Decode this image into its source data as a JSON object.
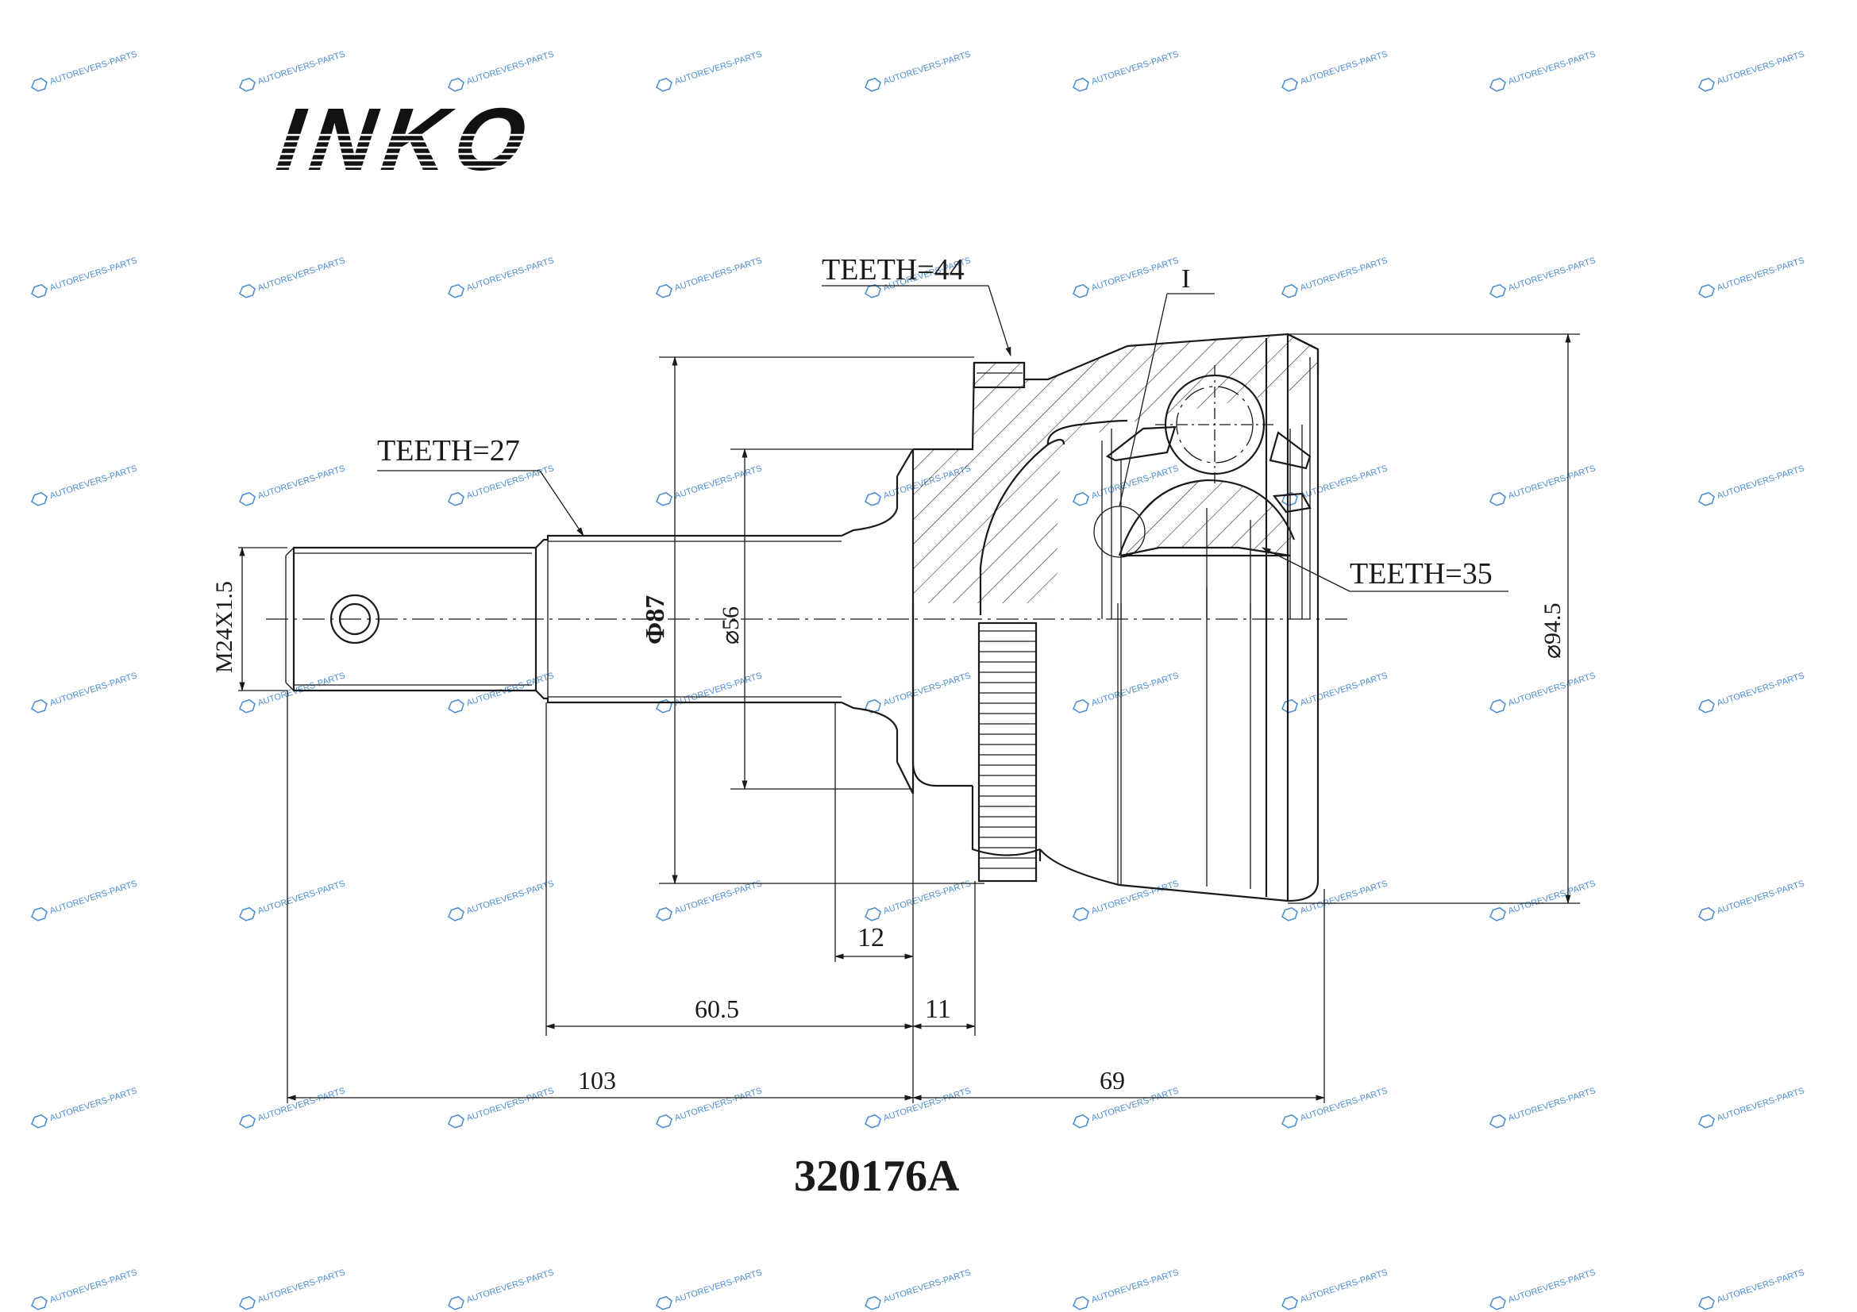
{
  "brand": {
    "logo_text": "INKO"
  },
  "part_number": "320176A",
  "watermark": {
    "text": "AUTOREVERS-PARTS",
    "icon": "ar-hexagon-icon",
    "color": "#4f8fd0"
  },
  "labels": {
    "teeth_outer": "TEETH=44",
    "teeth_shaft": "TEETH=27",
    "teeth_inner": "TEETH=35",
    "detail_mark": "I",
    "thread": "M24X1.5"
  },
  "dimensions": {
    "dia_87": "Φ87",
    "dia_56": "⌀56",
    "dia_94_5": "⌀94.5",
    "len_12": "12",
    "len_60_5": "60.5",
    "len_11": "11",
    "len_103": "103",
    "len_69": "69"
  }
}
